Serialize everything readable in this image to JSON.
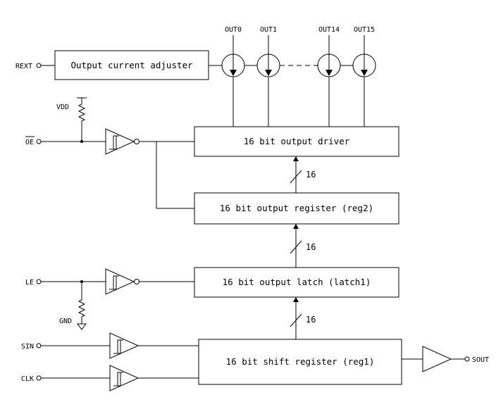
{
  "pins": {
    "rext": "REXT",
    "oe": "OE",
    "le": "LE",
    "sin": "SIN",
    "clk": "CLK",
    "sout": "SOUT",
    "vdd": "VDD",
    "gnd": "GND"
  },
  "outputs": [
    "OUT0",
    "OUT1",
    "OUT14",
    "OUT15"
  ],
  "blocks": {
    "current_adjuster": "Output current adjuster",
    "output_driver": "16 bit output driver",
    "output_register": "16 bit output register (reg2)",
    "output_latch": "16 bit output latch (latch1)",
    "shift_register": "16 bit shift register (reg1)"
  },
  "bus_widths": [
    "16",
    "16",
    "16"
  ]
}
